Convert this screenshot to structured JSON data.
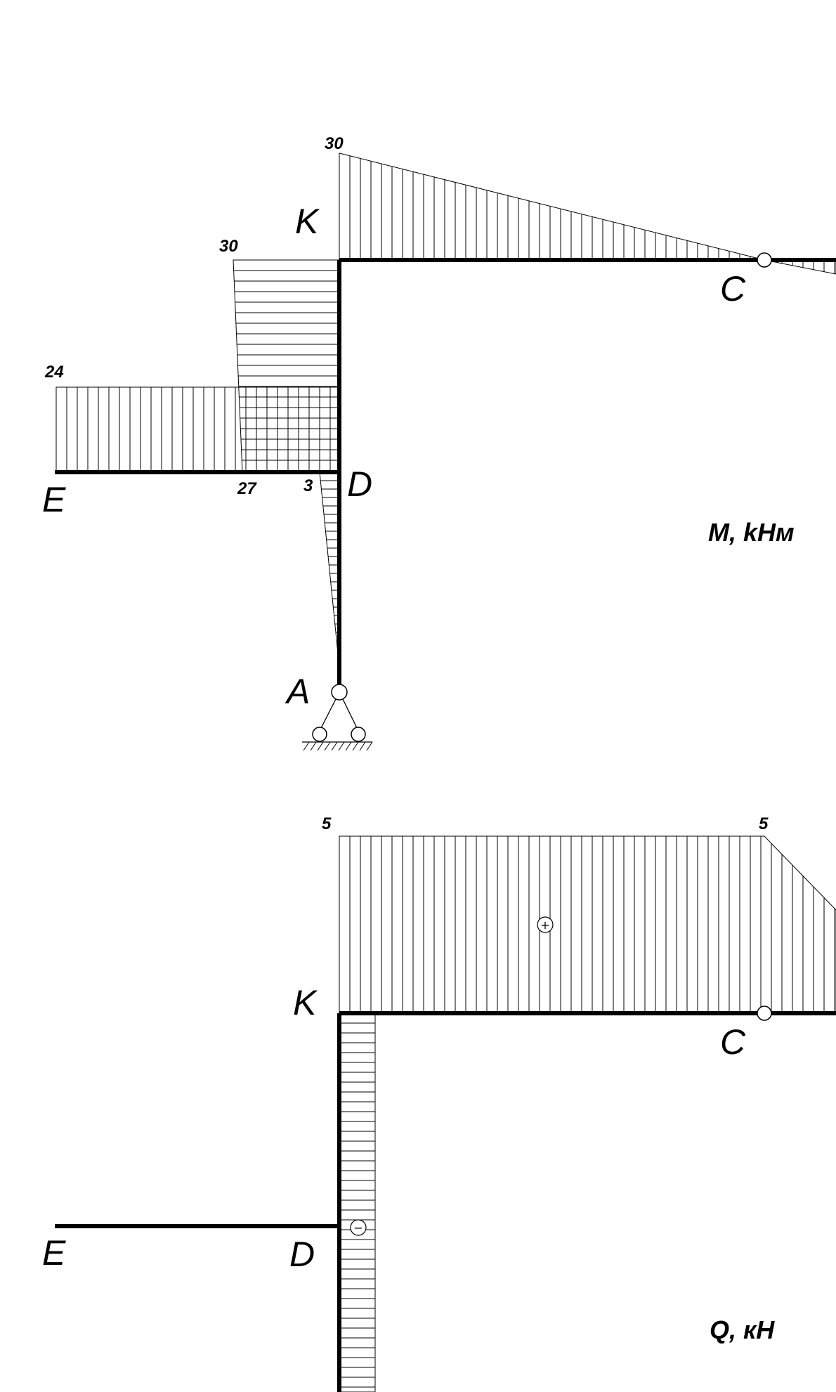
{
  "moment_diagram": {
    "unit_label": "M, kHм",
    "nodes": {
      "K": "K",
      "C": "C",
      "E": "E",
      "D": "D",
      "A": "A"
    },
    "values": {
      "K_top": "30",
      "K_left": "30",
      "E_left": "24",
      "D_left": "27",
      "D_bottom": "3"
    }
  },
  "shear_diagram": {
    "unit_label": "Q, кН",
    "nodes": {
      "K": "K",
      "C": "C",
      "E": "E",
      "D": "D"
    },
    "values": {
      "K_top": "5",
      "C_top": "5"
    },
    "signs": {
      "KC_span": "+",
      "column": "−"
    }
  }
}
